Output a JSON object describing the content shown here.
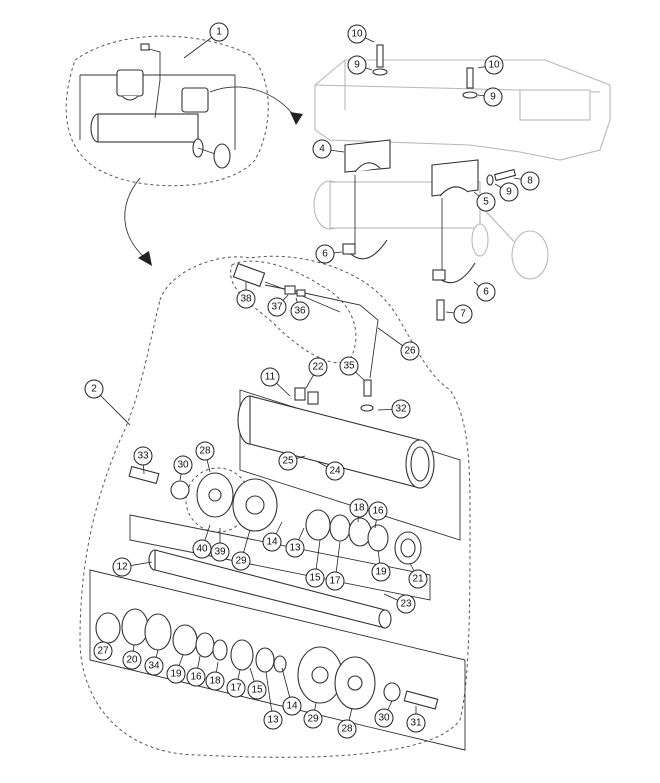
{
  "diagram": {
    "callouts": [
      {
        "id": "c1",
        "label": "1"
      },
      {
        "id": "c2",
        "label": "2"
      },
      {
        "id": "c4",
        "label": "4"
      },
      {
        "id": "c5",
        "label": "5"
      },
      {
        "id": "c6a",
        "label": "6"
      },
      {
        "id": "c6b",
        "label": "6"
      },
      {
        "id": "c7",
        "label": "7"
      },
      {
        "id": "c8",
        "label": "8"
      },
      {
        "id": "c9a",
        "label": "9"
      },
      {
        "id": "c9b",
        "label": "9"
      },
      {
        "id": "c9c",
        "label": "9"
      },
      {
        "id": "c10a",
        "label": "10"
      },
      {
        "id": "c10b",
        "label": "10"
      },
      {
        "id": "c11",
        "label": "11"
      },
      {
        "id": "c12",
        "label": "12"
      },
      {
        "id": "c13a",
        "label": "13"
      },
      {
        "id": "c13b",
        "label": "13"
      },
      {
        "id": "c14a",
        "label": "14"
      },
      {
        "id": "c14b",
        "label": "14"
      },
      {
        "id": "c15a",
        "label": "15"
      },
      {
        "id": "c15b",
        "label": "15"
      },
      {
        "id": "c16a",
        "label": "16"
      },
      {
        "id": "c16b",
        "label": "16"
      },
      {
        "id": "c17a",
        "label": "17"
      },
      {
        "id": "c17b",
        "label": "17"
      },
      {
        "id": "c18a",
        "label": "18"
      },
      {
        "id": "c18b",
        "label": "18"
      },
      {
        "id": "c19a",
        "label": "19"
      },
      {
        "id": "c19b",
        "label": "19"
      },
      {
        "id": "c20",
        "label": "20"
      },
      {
        "id": "c21",
        "label": "21"
      },
      {
        "id": "c22",
        "label": "22"
      },
      {
        "id": "c23",
        "label": "23"
      },
      {
        "id": "c24",
        "label": "24"
      },
      {
        "id": "c25",
        "label": "25"
      },
      {
        "id": "c26",
        "label": "26"
      },
      {
        "id": "c27",
        "label": "27"
      },
      {
        "id": "c28a",
        "label": "28"
      },
      {
        "id": "c28b",
        "label": "28"
      },
      {
        "id": "c29a",
        "label": "29"
      },
      {
        "id": "c29b",
        "label": "29"
      },
      {
        "id": "c30a",
        "label": "30"
      },
      {
        "id": "c30b",
        "label": "30"
      },
      {
        "id": "c31",
        "label": "31"
      },
      {
        "id": "c32",
        "label": "32"
      },
      {
        "id": "c33",
        "label": "33"
      },
      {
        "id": "c34",
        "label": "34"
      },
      {
        "id": "c35",
        "label": "35"
      },
      {
        "id": "c36",
        "label": "36"
      },
      {
        "id": "c37",
        "label": "37"
      },
      {
        "id": "c38",
        "label": "38"
      },
      {
        "id": "c39",
        "label": "39"
      },
      {
        "id": "c40",
        "label": "40"
      }
    ]
  }
}
